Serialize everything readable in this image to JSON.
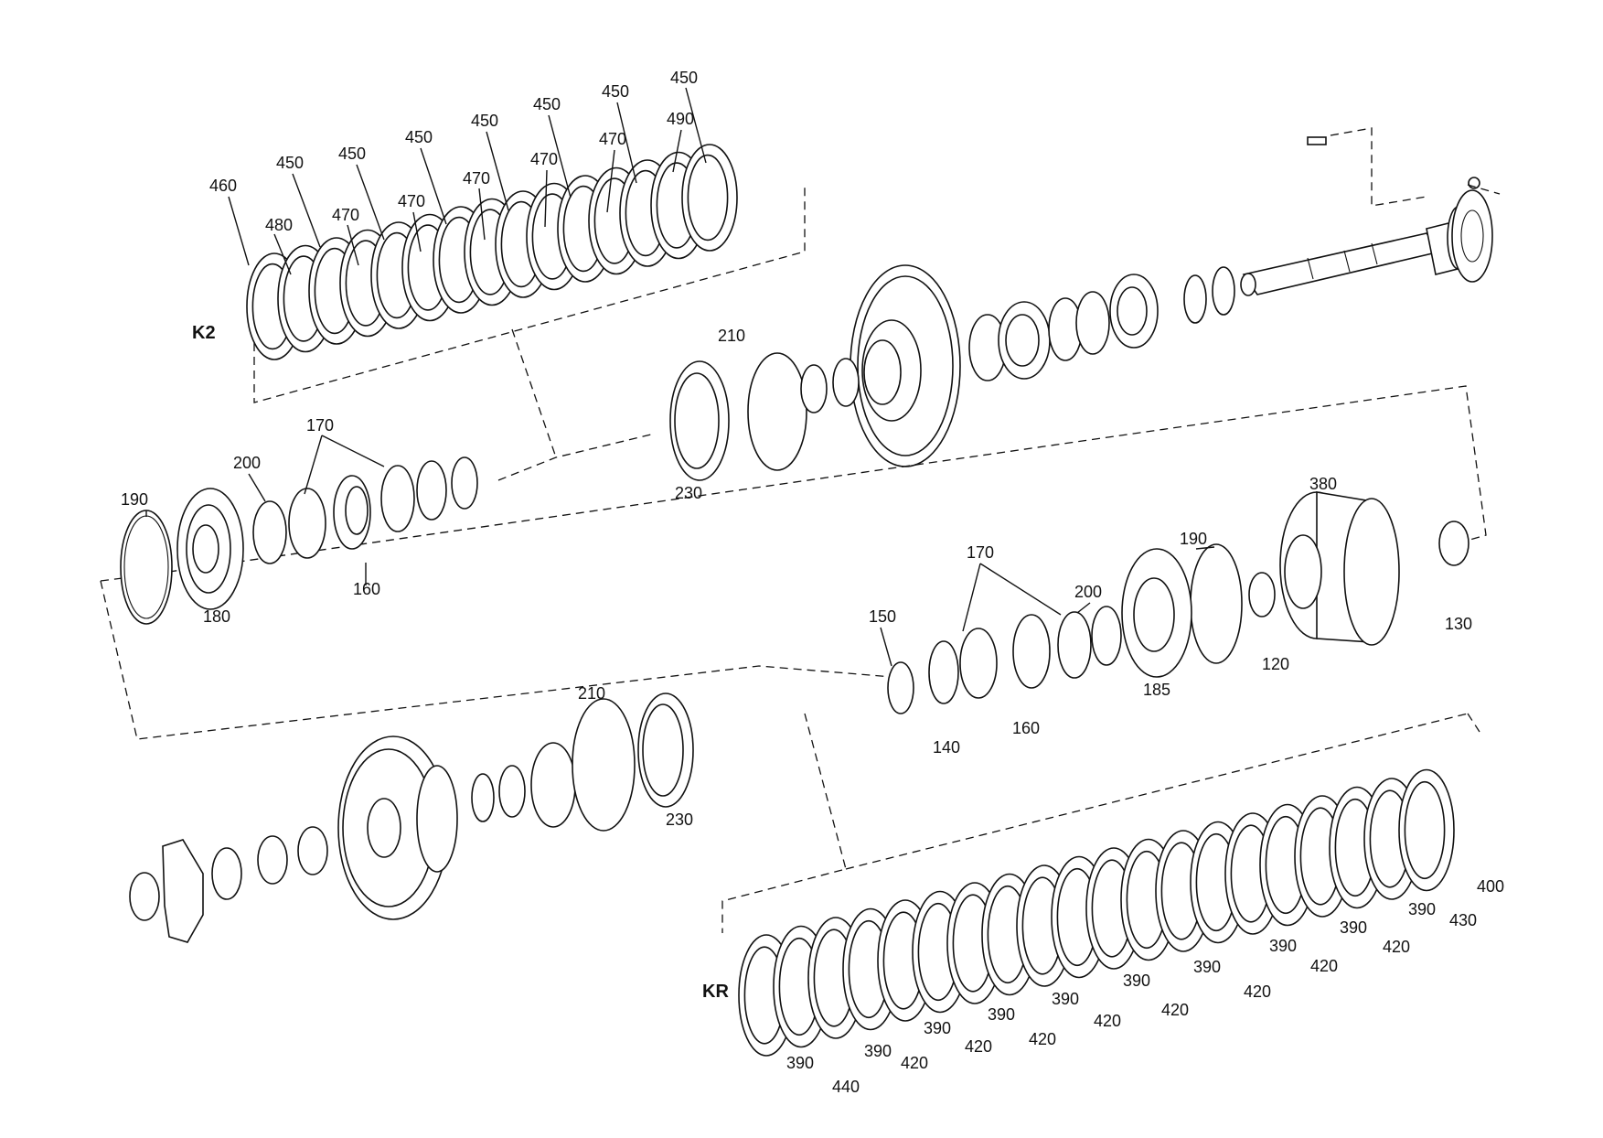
{
  "diagram": {
    "groups": {
      "k2": "K2",
      "kr": "KR"
    },
    "labels": {
      "p460": "460",
      "p480": "480",
      "p450": "450",
      "p470": "470",
      "p490": "490",
      "p210": "210",
      "p230": "230",
      "p170": "170",
      "p200": "200",
      "p190": "190",
      "p180": "180",
      "p160": "160",
      "p380": "380",
      "p130": "130",
      "p120": "120",
      "p185": "185",
      "p150": "150",
      "p140": "140",
      "p390": "390",
      "p420": "420",
      "p440": "440",
      "p430": "430",
      "p400": "400"
    }
  }
}
